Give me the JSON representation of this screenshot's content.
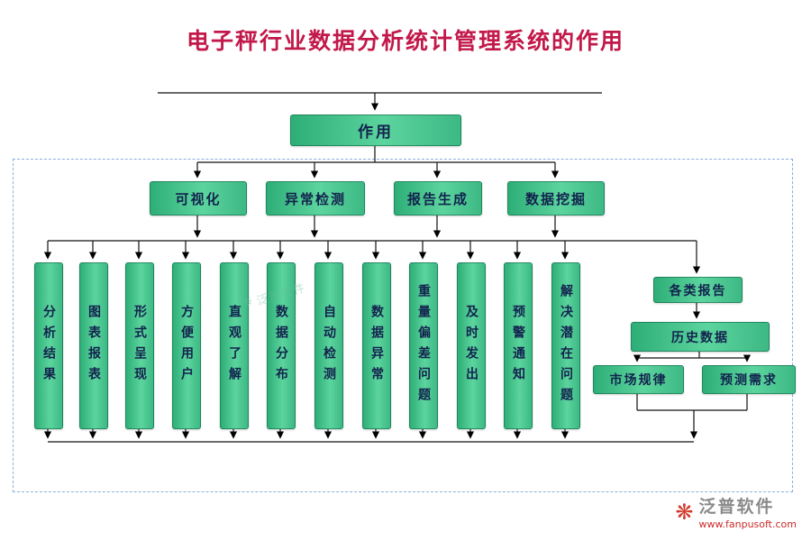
{
  "title": "电子秤行业数据分析统计管理系统的作用",
  "root": {
    "label": "作用"
  },
  "level2": [
    {
      "label": "可视化"
    },
    {
      "label": "异常检测"
    },
    {
      "label": "报告生成"
    },
    {
      "label": "数据挖掘"
    }
  ],
  "columns": [
    {
      "label": "分析结果"
    },
    {
      "label": "图表报表"
    },
    {
      "label": "形式呈现"
    },
    {
      "label": "方便用户"
    },
    {
      "label": "直观了解"
    },
    {
      "label": "数据分布"
    },
    {
      "label": "自动检测"
    },
    {
      "label": "数据异常"
    },
    {
      "label": "重量偏差问题"
    },
    {
      "label": "及时发出"
    },
    {
      "label": "预警通知"
    },
    {
      "label": "解决潜在问题"
    }
  ],
  "right_branch": {
    "reports": "各类报告",
    "history": "历史数据",
    "market": "市场规律",
    "forecast": "预测需求"
  },
  "watermark": "泛普软件",
  "logo": {
    "name": "泛普软件",
    "url": "www.fanpusoft.com"
  },
  "colors": {
    "title": "#c2184a",
    "box_gradient_start": "#2eae77",
    "box_gradient_end": "#5cd49e",
    "frame_dash": "#88aede",
    "accent_red": "#cc2b2b"
  }
}
